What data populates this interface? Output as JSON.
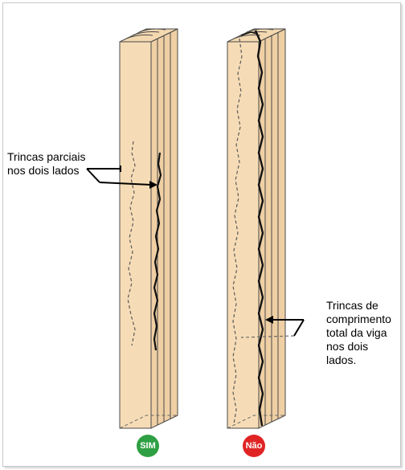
{
  "labels": {
    "partial_cracks": "Trincas parciais\nnos dois lados",
    "full_length_cracks": "Trincas de\ncomprimento\ntotal da viga\nnos dois\nlados."
  },
  "badges": {
    "yes": {
      "text": "SIM",
      "color": "#2ea043"
    },
    "no": {
      "text": "Não",
      "color": "#e02424"
    }
  },
  "colors": {
    "wood_front": "#f6dcb6",
    "wood_side": "#efcfa4",
    "wood_top": "#f3d8b0",
    "outline": "#4a4a4a"
  }
}
